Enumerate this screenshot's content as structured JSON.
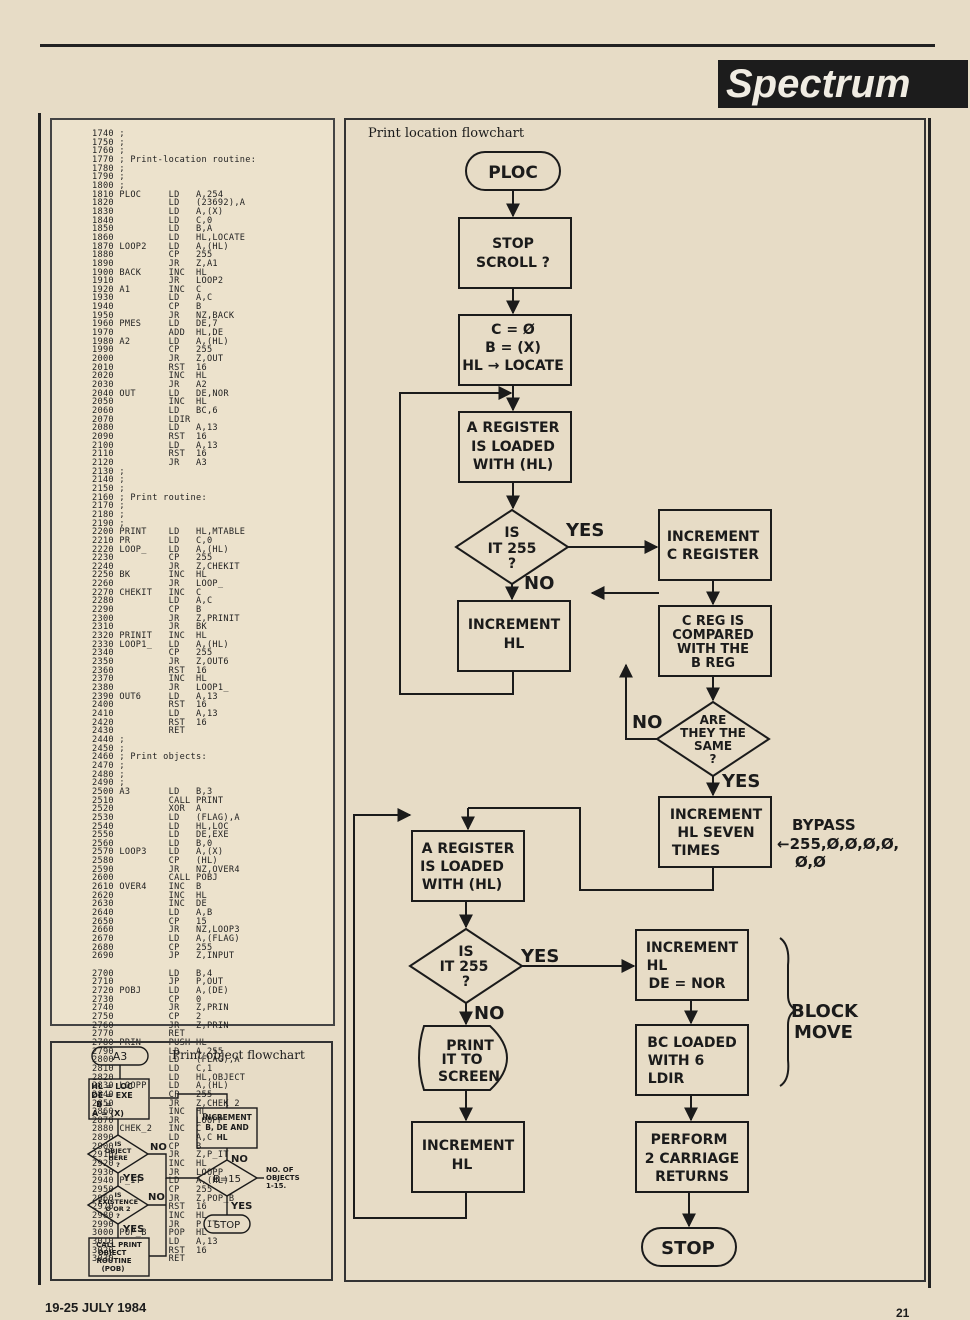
{
  "header": {
    "section": "Spectrum"
  },
  "listing": {
    "lines": [
      "1740 ;",
      "1750 ;",
      "1760 ;",
      "1770 ; Print-location routine:",
      "1780 ;",
      "1790 ;",
      "1800 ;",
      "1810 PLOC     LD   A,254",
      "1820          LD   (23692),A",
      "1830          LD   A,(X)",
      "1840          LD   C,0",
      "1850          LD   B,A",
      "1860          LD   HL,LOCATE",
      "1870 LOOP2    LD   A,(HL)",
      "1880          CP   255",
      "1890          JR   Z,A1",
      "1900 BACK     INC  HL",
      "1910          JR   LOOP2",
      "1920 A1       INC  C",
      "1930          LD   A,C",
      "1940          CP   B",
      "1950          JR   NZ,BACK",
      "1960 PMES     LD   DE,7",
      "1970          ADD  HL,DE",
      "1980 A2       LD   A,(HL)",
      "1990          CP   255",
      "2000          JR   Z,OUT",
      "2010          RST  16",
      "2020          INC  HL",
      "2030          JR   A2",
      "2040 OUT      LD   DE,NOR",
      "2050          INC  HL",
      "2060          LD   BC,6",
      "2070          LDIR",
      "2080          LD   A,13",
      "2090          RST  16",
      "2100          LD   A,13",
      "2110          RST  16",
      "2120          JR   A3",
      "2130 ;",
      "2140 ;",
      "2150 ;",
      "2160 ; Print routine:",
      "2170 ;",
      "2180 ;",
      "2190 ;",
      "2200 PRINT    LD   HL,MTABLE",
      "2210 PR       LD   C,0",
      "2220 LOOP_    LD   A,(HL)",
      "2230          CP   255",
      "2240          JR   Z,CHEKIT",
      "2250 BK       INC  HL",
      "2260          JR   LOOP_",
      "2270 CHEKIT   INC  C",
      "2280          LD   A,C",
      "2290          CP   B",
      "2300          JR   Z,PRINIT",
      "2310          JR   BK",
      "2320 PRINIT   INC  HL",
      "2330 LOOP1_   LD   A,(HL)",
      "2340          CP   255",
      "2350          JR   Z,OUT6",
      "2360          RST  16",
      "2370          INC  HL",
      "2380          JR   LOOP1_",
      "2390 OUT6     LD   A,13",
      "2400          RST  16",
      "2410          LD   A,13",
      "2420          RST  16",
      "2430          RET",
      "2440 ;",
      "2450 ;",
      "2460 ; Print objects:",
      "2470 ;",
      "2480 ;",
      "2490 ;",
      "2500 A3       LD   B,3",
      "2510          CALL PRINT",
      "2520          XOR  A",
      "2530          LD   (FLAG),A",
      "2540          LD   HL,LOC",
      "2550          LD   DE,EXE",
      "2560          LD   B,0",
      "2570 LOOP3    LD   A,(X)",
      "2580          CP   (HL)",
      "2590          JR   NZ,OVER4",
      "2600          CALL POBJ",
      "2610 OVER4    INC  B",
      "2620          INC  HL",
      "2630          INC  DE",
      "2640          LD   A,B",
      "2650          CP   15",
      "2660          JR   NZ,LOOP3",
      "2670          LD   A,(FLAG)",
      "2680          CP   255",
      "2690          JP   Z,INPUT",
      "",
      "2700          LD   B,4",
      "2710          JP   P,OUT",
      "2720 POBJ     LD   A,(DE)",
      "2730          CP   0",
      "2740          JR   Z,PRIN",
      "2750          CP   2",
      "2760          JR   Z,PRIN",
      "2770          RET",
      "2780 PRIN     PUSH HL",
      "2790          LD   A,255",
      "2800          LD   (FLAG),A",
      "2810          LD   C,1",
      "2820          LD   HL,OBJECT",
      "2830 LOOPP    LD   A,(HL)",
      "2840          CP   255",
      "2850          JR   Z,CHEK_2",
      "2860          INC  HL",
      "2870          JR   LOOPP",
      "2880 CHEK_2   INC  C",
      "2890          LD   A,C",
      "2900          CP   B",
      "2910          JR   Z,P_IT",
      "2920          INC  HL",
      "2930          JR   LOOPP",
      "2940 P_IT     LD   A,(HL)",
      "2950          CP   255",
      "2960          JR   Z,POP_B",
      "2970          RST  16",
      "2980          INC  HL",
      "2990          JR   P_IT",
      "3000 POP_B    POP  HL",
      "3010          LD   A,13",
      "3020          RST  16",
      "3030          RET"
    ]
  },
  "flowchart": {
    "caption": "Print location flowchart",
    "ploc": "PLOC",
    "stop_scroll": [
      "STOP",
      "SCROLL ?"
    ],
    "init": [
      "C = Ø",
      "B = (X)",
      "HL → LOCATE"
    ],
    "a_loaded_1": [
      "A REGISTER",
      "IS LOADED",
      "WITH (HL)"
    ],
    "is255_1": [
      "IS",
      "IT 255",
      "?"
    ],
    "yes": "YES",
    "no": "NO",
    "inc_c": [
      "INCREMENT",
      "C REGISTER"
    ],
    "inc_hl_1": [
      "INCREMENT",
      "HL"
    ],
    "creg": [
      "C REG IS",
      "COMPARED",
      "WITH THE",
      "B REG"
    ],
    "same": [
      "ARE",
      "THEY THE",
      "SAME",
      "?"
    ],
    "inc_hl_seven": [
      "INCREMENT",
      "HL SEVEN",
      "TIMES"
    ],
    "bypass": [
      "BYPASS",
      "←255,Ø,Ø,Ø,Ø,",
      "Ø,Ø"
    ],
    "a_loaded_2": [
      "A REGISTER",
      "IS LOADED",
      "WITH (HL)"
    ],
    "is255_2": [
      "IS",
      "IT 255",
      "?"
    ],
    "inc_hl_de": [
      "INCREMENT",
      "HL",
      "DE = NOR"
    ],
    "block_move": [
      "BLOCK",
      "MOVE"
    ],
    "print_screen": [
      "PRINT",
      "IT TO",
      "SCREEN"
    ],
    "bc_loaded": [
      "BC LOADED",
      "WITH 6",
      "LDIR"
    ],
    "inc_hl_2": [
      "INCREMENT",
      "HL"
    ],
    "carriage": [
      "PERFORM",
      "2 CARRIAGE",
      "RETURNS"
    ],
    "stop": "STOP"
  },
  "objchart": {
    "caption": "Print object flowchart",
    "a3": "A3",
    "init": [
      "HL = LOC",
      "DE = EXE",
      "B =",
      "A = (X)"
    ],
    "here": [
      "IS",
      "OBJECT",
      "HERE",
      "?"
    ],
    "exist": [
      "IS",
      "EXISTENCE",
      "Ø OR 2",
      "?"
    ],
    "call": [
      "CALL PRINT",
      "OBJECT",
      "ROUTINE",
      "(POB)"
    ],
    "inc": [
      "INCREMENT",
      "B, DE AND",
      "HL"
    ],
    "b15": "B=15",
    "note": [
      "NO. OF",
      "OBJECTS",
      "1-15."
    ],
    "stop": "STOP",
    "yes": "YES",
    "no": "NO"
  },
  "footer": {
    "date": "19-25 JULY 1984",
    "page": "21"
  }
}
